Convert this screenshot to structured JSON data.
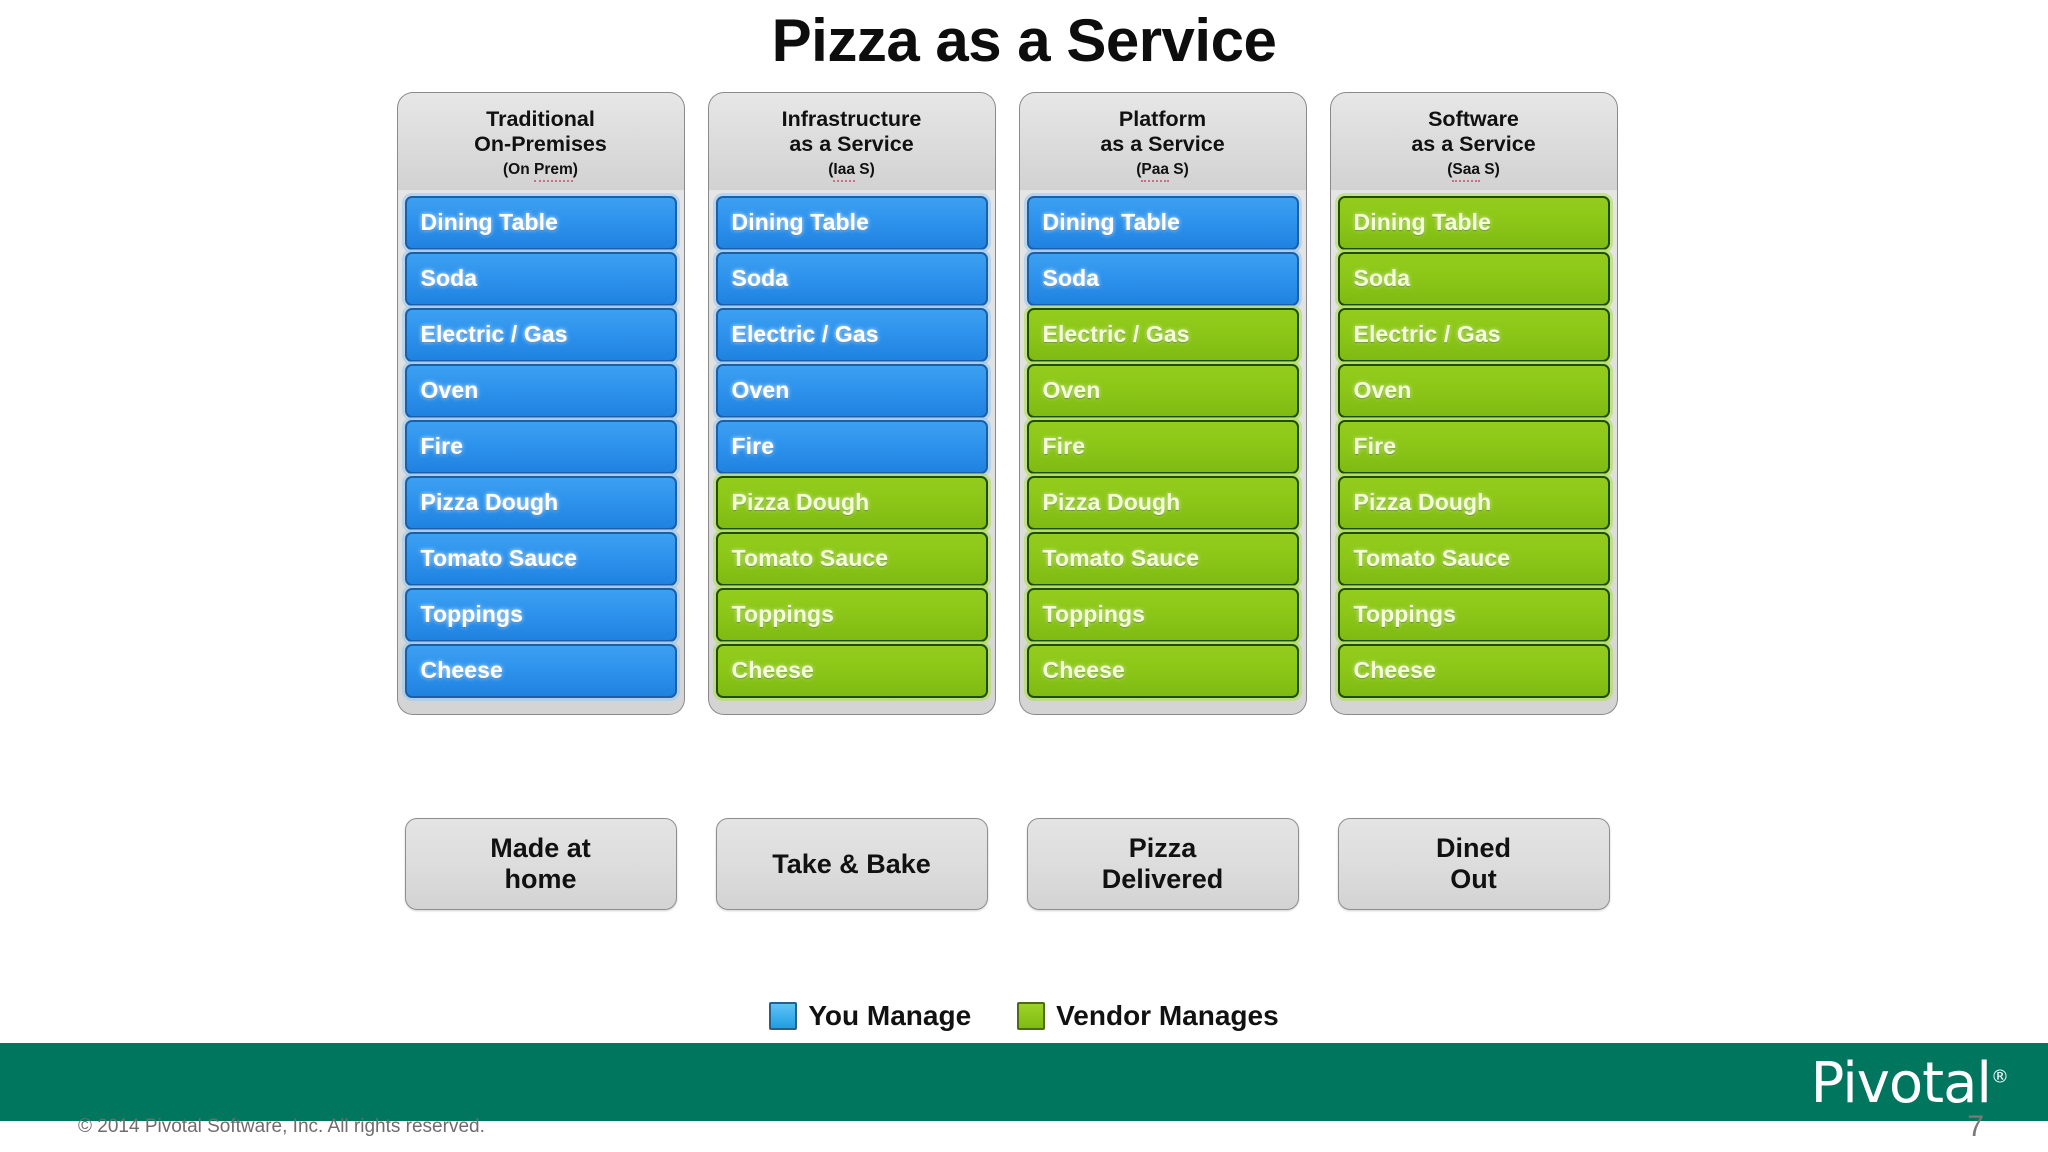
{
  "slide": {
    "title": "Pizza as a Service",
    "page_number": "7"
  },
  "columns": [
    {
      "header_line1": "Traditional",
      "header_line2": "On-Premises",
      "abbr_prefix": "(On ",
      "abbr_word": "Prem",
      "abbr_suffix": ")",
      "abbr_misspelled": true,
      "caption_line1": "Made at",
      "caption_line2": "home",
      "items": [
        {
          "label": "Dining Table",
          "owner": "you"
        },
        {
          "label": "Soda",
          "owner": "you"
        },
        {
          "label": "Electric / Gas",
          "owner": "you"
        },
        {
          "label": "Oven",
          "owner": "you"
        },
        {
          "label": "Fire",
          "owner": "you"
        },
        {
          "label": "Pizza Dough",
          "owner": "you"
        },
        {
          "label": "Tomato Sauce",
          "owner": "you"
        },
        {
          "label": "Toppings",
          "owner": "you"
        },
        {
          "label": "Cheese",
          "owner": "you"
        }
      ]
    },
    {
      "header_line1": "Infrastructure",
      "header_line2": "as a Service",
      "abbr_prefix": "(",
      "abbr_word": "Iaa",
      "abbr_suffix": " S)",
      "abbr_misspelled": true,
      "caption_line1": "Take & Bake",
      "caption_line2": "",
      "items": [
        {
          "label": "Dining Table",
          "owner": "you"
        },
        {
          "label": "Soda",
          "owner": "you"
        },
        {
          "label": "Electric / Gas",
          "owner": "you"
        },
        {
          "label": "Oven",
          "owner": "you"
        },
        {
          "label": "Fire",
          "owner": "you"
        },
        {
          "label": "Pizza Dough",
          "owner": "vendor"
        },
        {
          "label": "Tomato Sauce",
          "owner": "vendor"
        },
        {
          "label": "Toppings",
          "owner": "vendor"
        },
        {
          "label": "Cheese",
          "owner": "vendor"
        }
      ]
    },
    {
      "header_line1": "Platform",
      "header_line2": "as a Service",
      "abbr_prefix": "(",
      "abbr_word": "Paa",
      "abbr_suffix": " S)",
      "abbr_misspelled": true,
      "caption_line1": "Pizza",
      "caption_line2": "Delivered",
      "items": [
        {
          "label": "Dining Table",
          "owner": "you"
        },
        {
          "label": "Soda",
          "owner": "you"
        },
        {
          "label": "Electric / Gas",
          "owner": "vendor"
        },
        {
          "label": "Oven",
          "owner": "vendor"
        },
        {
          "label": "Fire",
          "owner": "vendor"
        },
        {
          "label": "Pizza Dough",
          "owner": "vendor"
        },
        {
          "label": "Tomato Sauce",
          "owner": "vendor"
        },
        {
          "label": "Toppings",
          "owner": "vendor"
        },
        {
          "label": "Cheese",
          "owner": "vendor"
        }
      ]
    },
    {
      "header_line1": "Software",
      "header_line2": "as a Service",
      "abbr_prefix": "(",
      "abbr_word": "Saa",
      "abbr_suffix": " S)",
      "abbr_misspelled": true,
      "caption_line1": "Dined",
      "caption_line2": "Out",
      "items": [
        {
          "label": "Dining Table",
          "owner": "vendor"
        },
        {
          "label": "Soda",
          "owner": "vendor"
        },
        {
          "label": "Electric / Gas",
          "owner": "vendor"
        },
        {
          "label": "Oven",
          "owner": "vendor"
        },
        {
          "label": "Fire",
          "owner": "vendor"
        },
        {
          "label": "Pizza Dough",
          "owner": "vendor"
        },
        {
          "label": "Tomato Sauce",
          "owner": "vendor"
        },
        {
          "label": "Toppings",
          "owner": "vendor"
        },
        {
          "label": "Cheese",
          "owner": "vendor"
        }
      ]
    }
  ],
  "legend": [
    {
      "label": "You Manage",
      "swatch": "blue"
    },
    {
      "label": "Vendor Manages",
      "swatch": "green"
    }
  ],
  "footer": {
    "copyright": "© 2014 Pivotal Software, Inc.  All rights reserved.",
    "brand": "Pivotal",
    "brand_registered": "®"
  },
  "colors": {
    "you_manage_blue": "#2e93ed",
    "vendor_manages_green": "#8cc718",
    "footer_teal": "#00765f",
    "card_grey": "#dcdcdc"
  }
}
